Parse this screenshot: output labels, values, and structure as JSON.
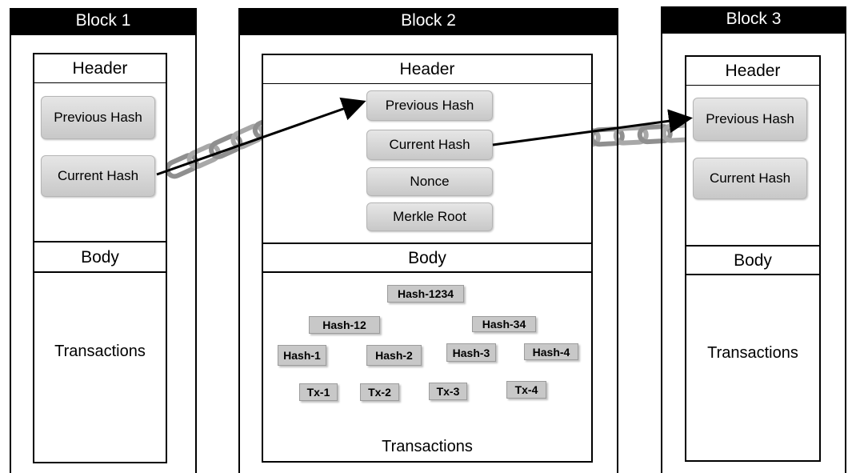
{
  "blocks": [
    {
      "title": "Block 1",
      "header_label": "Header",
      "previous_hash": "Previous Hash",
      "current_hash": "Current Hash",
      "body_label": "Body",
      "transactions": "Transactions"
    },
    {
      "title": "Block 2",
      "header_label": "Header",
      "previous_hash": "Previous Hash",
      "current_hash": "Current Hash",
      "nonce": "Nonce",
      "merkle_root": "Merkle Root",
      "body_label": "Body",
      "transactions": "Transactions"
    },
    {
      "title": "Block 3",
      "header_label": "Header",
      "previous_hash": "Previous Hash",
      "current_hash": "Current Hash",
      "body_label": "Body",
      "transactions": "Transactions"
    }
  ],
  "merkle_tree": {
    "root": "Hash-1234",
    "level1": [
      "Hash-12",
      "Hash-34"
    ],
    "level2": [
      "Hash-1",
      "Hash-2",
      "Hash-3",
      "Hash-4"
    ],
    "leaves": [
      "Tx-1",
      "Tx-2",
      "Tx-3",
      "Tx-4"
    ]
  },
  "colors": {
    "title_bar": "#000000",
    "pill": "#d6d6d6",
    "chain": "#a0a0a0"
  }
}
